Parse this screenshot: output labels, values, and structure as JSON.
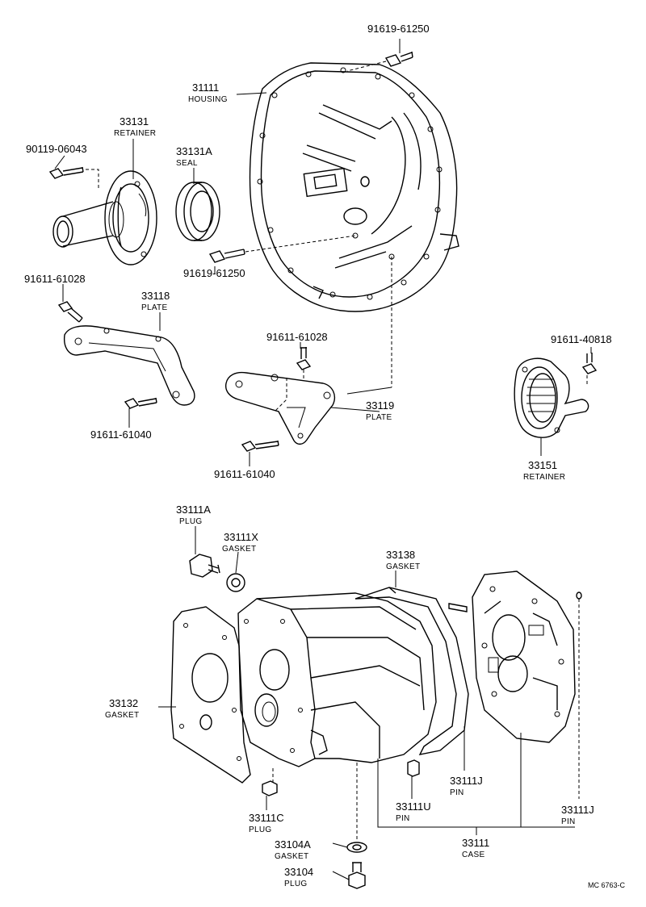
{
  "figure_code": "MC 6763-C",
  "parts": {
    "bolt_top": {
      "number": "91619-61250"
    },
    "housing": {
      "number": "31111",
      "name": "HOUSING"
    },
    "retainer_front": {
      "number": "33131",
      "name": "RETAINER"
    },
    "bolt_retainer": {
      "number": "90119-06043"
    },
    "seal": {
      "number": "33131A",
      "name": "SEAL"
    },
    "bolt_housing_lower": {
      "number": "91619-61250"
    },
    "bolt_plate_left": {
      "number": "91611-61028"
    },
    "plate_left": {
      "number": "33118",
      "name": "PLATE"
    },
    "bolt_plate_left_lower": {
      "number": "91611-61040"
    },
    "bolt_plate_right": {
      "number": "91611-61028"
    },
    "plate_right": {
      "number": "33119",
      "name": "PLATE"
    },
    "bolt_plate_right_lower": {
      "number": "91611-61040"
    },
    "bolt_rear_retainer": {
      "number": "91611-40818"
    },
    "retainer_rear": {
      "number": "33151",
      "name": "RETAINER"
    },
    "plug_top": {
      "number": "33111A",
      "name": "PLUG"
    },
    "gasket_top": {
      "number": "33111X",
      "name": "GASKET"
    },
    "gasket_rear": {
      "number": "33138",
      "name": "GASKET"
    },
    "gasket_front": {
      "number": "33132",
      "name": "GASKET"
    },
    "plug_side": {
      "number": "33111C",
      "name": "PLUG"
    },
    "pin_center": {
      "number": "33111U",
      "name": "PIN"
    },
    "pin_right_a": {
      "number": "33111J",
      "name": "PIN"
    },
    "pin_right_b": {
      "number": "33111J",
      "name": "PIN"
    },
    "case": {
      "number": "33111",
      "name": "CASE"
    },
    "drain_gasket": {
      "number": "33104A",
      "name": "GASKET"
    },
    "drain_plug": {
      "number": "33104",
      "name": "PLUG"
    }
  }
}
